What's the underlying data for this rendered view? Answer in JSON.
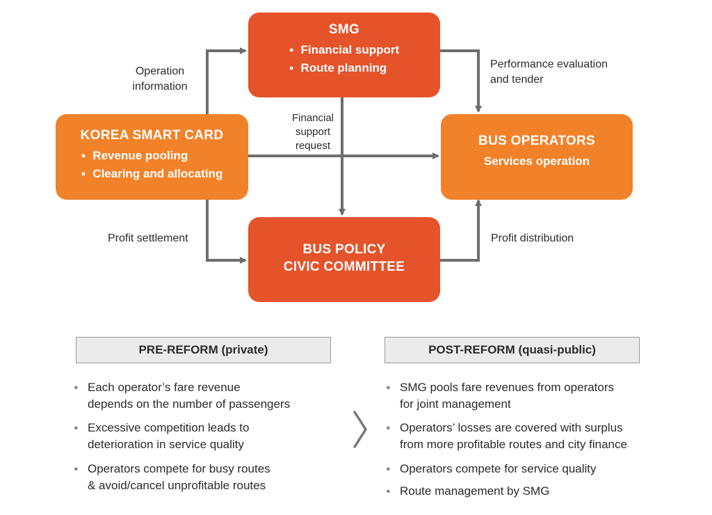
{
  "nodes": {
    "smg": {
      "title": "SMG",
      "items": [
        "Financial support",
        "Route planning"
      ]
    },
    "ksc": {
      "title": "KOREA SMART CARD",
      "items": [
        "Revenue pooling",
        "Clearing and allocating"
      ]
    },
    "bus": {
      "title": "BUS OPERATORS",
      "subtitle": "Services operation"
    },
    "committee": {
      "line1": "BUS POLICY",
      "line2": "CIVIC COMMITTEE"
    }
  },
  "edge_labels": {
    "operation_information": [
      "Operation",
      "information"
    ],
    "performance": [
      "Performance evaluation",
      "and tender"
    ],
    "financial_request": [
      "Financial",
      "support",
      "request"
    ],
    "profit_settlement": "Profit settlement",
    "profit_distribution": "Profit distribution"
  },
  "comparison": {
    "pre_header": "PRE-REFORM (private)",
    "post_header": "POST-REFORM (quasi-public)",
    "pre_items": [
      [
        "Each operator’s fare revenue",
        "depends on the number of passengers"
      ],
      [
        "Excessive competition leads to",
        "deterioration in service quality"
      ],
      [
        "Operators compete for busy routes",
        "& avoid/cancel unprofitable routes"
      ]
    ],
    "post_items": [
      [
        "SMG pools fare revenues from operators",
        "for joint management"
      ],
      [
        "Operators’ losses are covered with surplus",
        "from more profitable routes and city finance"
      ],
      [
        "Operators compete for service quality"
      ],
      [
        "Route management by SMG"
      ]
    ]
  },
  "colors": {
    "red": "#e5532b",
    "orange": "#f2822a",
    "arrow": "#6d6d6d"
  },
  "icons": {
    "transition": "chevron-right-icon"
  }
}
